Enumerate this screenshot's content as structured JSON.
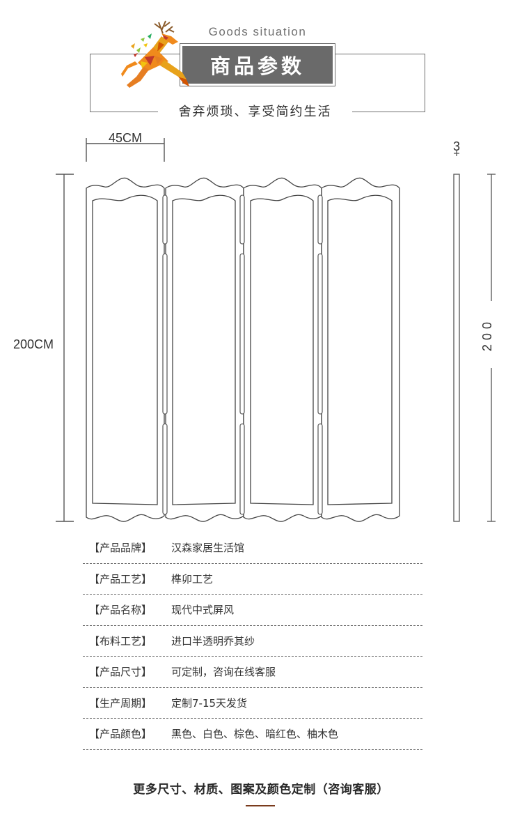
{
  "header": {
    "subtitle_en": "Goods situation",
    "title": "商品参数",
    "tagline": "舍弃烦琐、享受简约生活"
  },
  "drawing": {
    "width_label": "45CM",
    "height_label": "200CM",
    "thickness_label": "3",
    "side_height_label": "200"
  },
  "params": [
    {
      "label": "【产品品牌】",
      "value": "汉森家居生活馆"
    },
    {
      "label": "【产品工艺】",
      "value": "榫卯工艺"
    },
    {
      "label": "【产品名称】",
      "value": "现代中式屏风"
    },
    {
      "label": "【布料工艺】",
      "value": "进口半透明乔其纱"
    },
    {
      "label": "【产品尺寸】",
      "value": "可定制，咨询在线客服"
    },
    {
      "label": "【生产周期】",
      "value": "定制7-15天发货"
    },
    {
      "label": "【产品颜色】",
      "value": "黑色、白色、棕色、暗红色、柚木色"
    }
  ],
  "footer": {
    "note": "更多尺寸、材质、图案及颜色定制（咨询客服）",
    "accent_color": "#7a3b1d"
  },
  "colors": {
    "title_bg": "#6a6a6a",
    "line": "#6f6f6f",
    "deer_orange": "#f08a1c",
    "deer_green": "#8cc63f"
  }
}
